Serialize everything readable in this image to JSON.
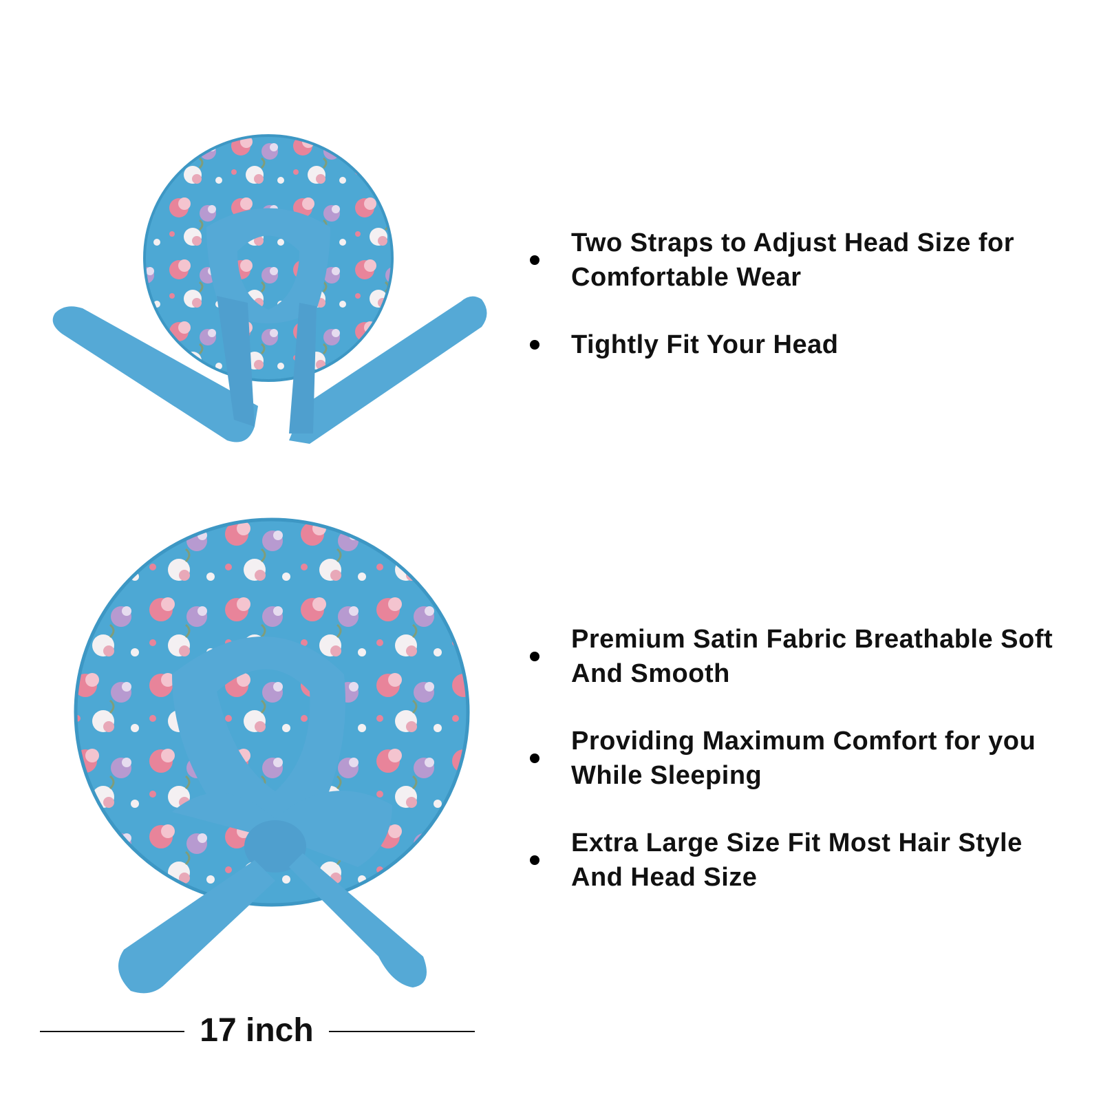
{
  "colors": {
    "fabric_blue": "#4da8d4",
    "strap_blue": "#55a9d6",
    "flower_pink": "#e8849a",
    "flower_purple": "#b79ad0",
    "flower_white": "#f4f0f2",
    "text": "#111111",
    "background": "#ffffff"
  },
  "features_top": [
    {
      "text": "Two Straps to Adjust Head Size for Comfortable Wear"
    },
    {
      "text": "Tightly Fit Your Head"
    }
  ],
  "features_bottom": [
    {
      "text": "Premium Satin Fabric Breathable Soft And Smooth"
    },
    {
      "text": "Providing Maximum Comfort for you While Sleeping"
    },
    {
      "text": "Extra Large Size Fit Most Hair Style And Head Size"
    }
  ],
  "measurement": {
    "label": "17 inch"
  }
}
